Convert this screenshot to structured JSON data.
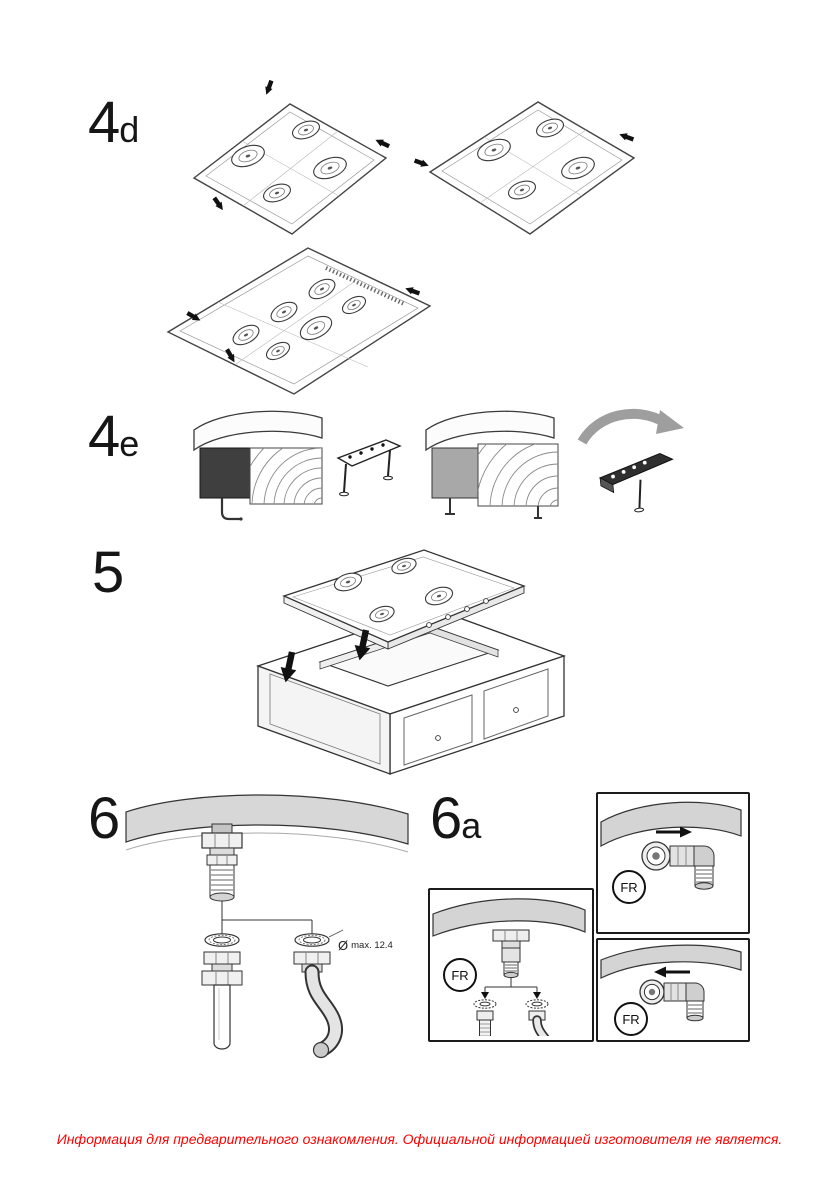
{
  "page": {
    "background": "#ffffff",
    "accent_red": "#ff0000",
    "line_color": "#333333",
    "counter_gray": "#d7d7d7"
  },
  "steps": {
    "step_4d": {
      "number": "4",
      "suffix": "d"
    },
    "step_4e": {
      "number": "4",
      "suffix": "e"
    },
    "step_5": {
      "number": "5"
    },
    "step_6": {
      "number": "6"
    },
    "step_6a": {
      "number": "6",
      "suffix": "a"
    }
  },
  "figure_6": {
    "diameter_symbol": "Ø",
    "max_size_note": "max. 12.4"
  },
  "figure_6a": {
    "fr_badge_top": "FR",
    "fr_badge_left": "FR",
    "fr_badge_bottom": "FR"
  },
  "footer": {
    "disclaimer": "Информация для предварительного ознакомления. Официальной информацией изготовителя не является."
  }
}
